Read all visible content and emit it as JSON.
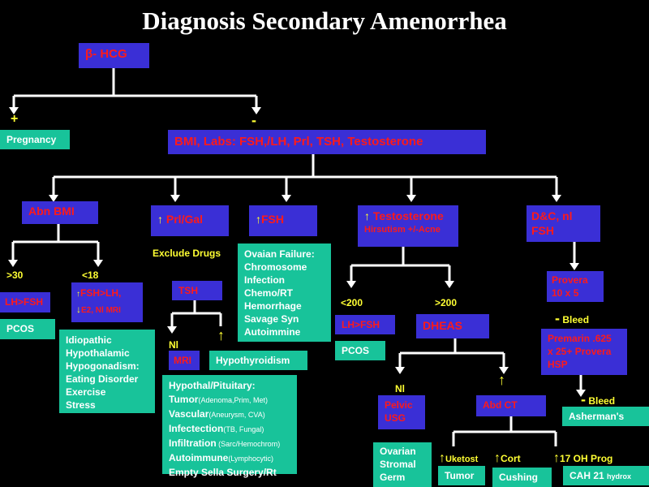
{
  "title": "Diagnosis Secondary Amenorrhea",
  "hcg": "β- HCG",
  "plus": "+",
  "minus": "-",
  "pregnancy": "Pregnancy",
  "labs": "BMI, Labs: FSH,/LH, Prl, TSH, Testosterone",
  "abn_bmi": "Abn BMI",
  "prl_gal": "Prl/Gal",
  "fsh_up": "FSH",
  "testo": "Testosterone",
  "hirsutism": "Hirsutism +/-Acne",
  "dc_nl_fsh": [
    "D&C, nl",
    "FSH"
  ],
  "gt30": ">30",
  "lt18": "<18",
  "lh_fsh_1": "LH>FSH",
  "fsh_lh_box": [
    "FSH>LH,",
    "E2, Nl MRI"
  ],
  "pcos_1": "PCOS",
  "idiopathic": [
    "Idiopathic",
    "Hypothalamic",
    "Hypogonadism:",
    "Eating Disorder",
    "Exercise",
    "Stress"
  ],
  "exclude_drugs": "Exclude Drugs",
  "tsh": "TSH",
  "nl_1": "Nl",
  "mri": "MRI",
  "hypothyroidism": "Hypothyroidism",
  "hypothal": [
    "Hypothal/Pituitary:",
    "Tumor",
    "(Adenoma,Prim, Met)",
    "Vascular",
    "(Aneurysm, CVA)",
    "Infectection",
    "(TB, Fungal)",
    "Infiltration",
    " (Sarc/Hemochrom)",
    "Autoimmune",
    "(Lymphocytic)",
    "Empty Sella Surgery/Rt"
  ],
  "ovarian_failure": [
    "Ovaian Failure:",
    "Chromosome",
    "Infection",
    "Chemo/RT",
    "Hemorrhage",
    "Savage Syn",
    "Autoimmine"
  ],
  "lt200": "<200",
  "gt200": ">200",
  "lh_fsh_2": "LH>FSH",
  "pcos_2": "PCOS",
  "dheas": "DHEAS",
  "nl_2": "Nl",
  "pelvic_usg": [
    "Pelvic",
    "USG"
  ],
  "abd_ct": "Abd CT",
  "ovarian_stromal": [
    "Ovarian",
    "Stromal",
    "Germ"
  ],
  "uketost": "Uketost",
  "cort": "Cort",
  "oh_prog": "17 OH Prog",
  "tumor": "Tumor",
  "cushing": "Cushing",
  "cah": "CAH 21",
  "cah_small": "hydrox",
  "provera": [
    "Provera",
    "10 x 5"
  ],
  "bleed_1": "Bleed",
  "premarin": [
    "Premarin .625",
    "x 25+ Provera",
    "HSP"
  ],
  "bleed_2": "Bleed",
  "asherman": "Asherman's",
  "colors": {
    "box_blue": "#3a2fd6",
    "box_green": "#18c39a",
    "red_text": "#ff1a1a",
    "yellow_text": "#ffff33"
  }
}
